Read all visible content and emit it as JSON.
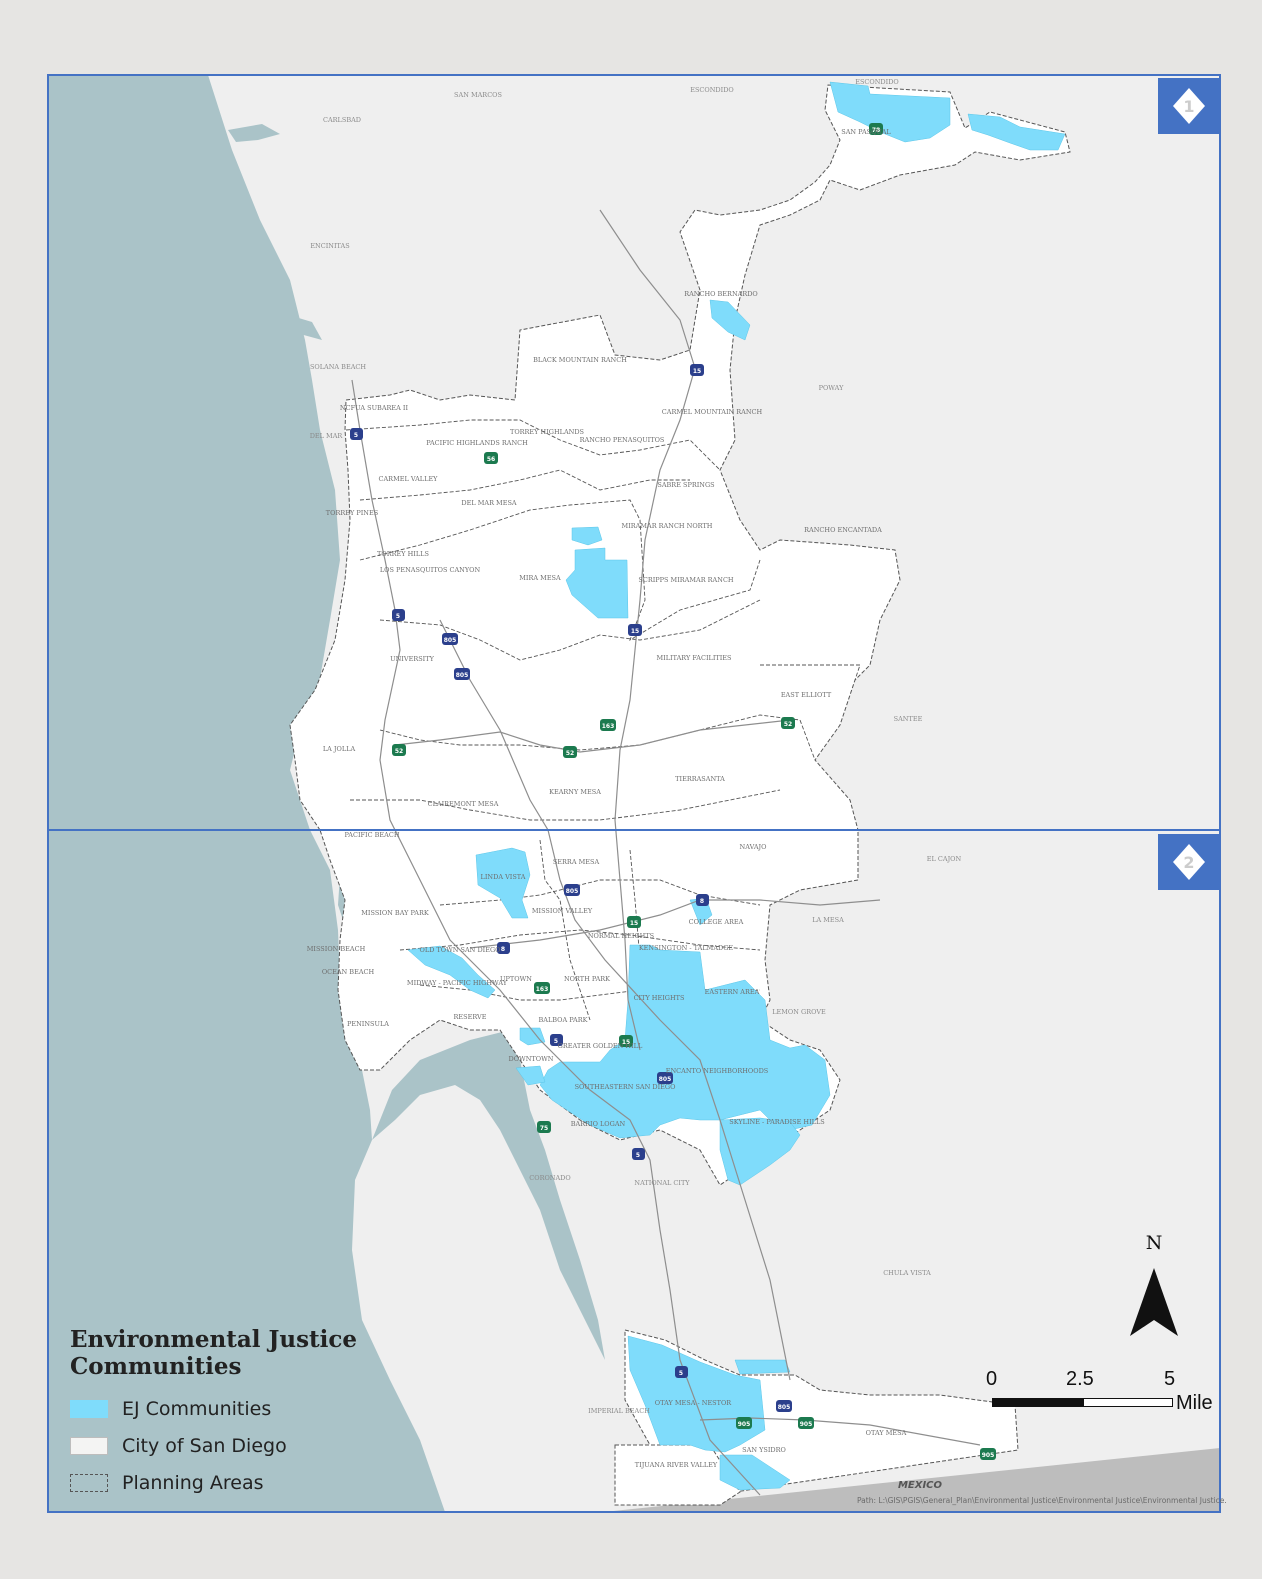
{
  "legend": {
    "title": "Environmental Justice Communities",
    "items": [
      {
        "label": "EJ Communities"
      },
      {
        "label": "City of San Diego"
      },
      {
        "label": "Planning Areas"
      }
    ]
  },
  "colors": {
    "ocean": "#aac3c8",
    "land": "#efefef",
    "city": "#ffffff",
    "ej": "#7fdcfb",
    "frame": "#4472c4",
    "mexico": "#bdbdbd"
  },
  "panels": [
    {
      "label": "1"
    },
    {
      "label": "2"
    }
  ],
  "north_arrow": {
    "label": "N"
  },
  "scale_bar": {
    "ticks": [
      "0",
      "2.5",
      "5"
    ],
    "unit": "Mile"
  },
  "path_note": "Path: L:\\GIS\\PGIS\\General_Plan\\Environmental Justice\\Environmental Justice\\Environmental Justice.",
  "labels": {
    "cities": [
      "ESCONDIDO",
      "SAN MARCOS",
      "CARLSBAD",
      "ENCINITAS",
      "SOLANA BEACH",
      "DEL MAR",
      "POWAY",
      "SANTEE",
      "EL CAJON",
      "LA MESA",
      "LEMON GROVE",
      "NATIONAL CITY",
      "CORONADO",
      "CHULA VISTA",
      "IMPERIAL BEACH",
      "MEXICO"
    ],
    "communities": [
      "SAN PASQUAL",
      "RANCHO BERNARDO",
      "BLACK MOUNTAIN RANCH",
      "NCFUA SUBAREA II",
      "PACIFIC HIGHLANDS RANCH",
      "TORREY HIGHLANDS",
      "RANCHO PENASQUITOS",
      "CARMEL MOUNTAIN RANCH",
      "CARMEL VALLEY",
      "DEL MAR MESA",
      "SABRE SPRINGS",
      "TORREY PINES",
      "MIRAMAR RANCH NORTH",
      "RANCHO ENCANTADA",
      "TORREY HILLS",
      "LOS PENASQUITOS CANYON",
      "MIRA MESA",
      "SCRIPPS MIRAMAR RANCH",
      "UNIVERSITY",
      "MILITARY FACILITIES",
      "EAST ELLIOTT",
      "LA JOLLA",
      "TIERRASANTA",
      "CLAIREMONT MESA",
      "KEARNY MESA",
      "PACIFIC BEACH",
      "SERRA MESA",
      "NAVAJO",
      "LINDA VISTA",
      "MISSION BAY PARK",
      "MISSION VALLEY",
      "COLLEGE AREA",
      "MISSION BEACH",
      "OLD TOWN SAN DIEGO",
      "NORMAL HEIGHTS",
      "KENSINGTON - TALMADGE",
      "OCEAN BEACH",
      "UPTOWN",
      "NORTH PARK",
      "MIDWAY - PACIFIC HIGHWAY",
      "CITY HEIGHTS",
      "EASTERN AREA",
      "PENINSULA",
      "RESERVE",
      "BALBOA PARK",
      "GREATER GOLDEN HILL",
      "DOWNTOWN",
      "ENCANTO NEIGHBORHOODS",
      "SOUTHEASTERN SAN DIEGO",
      "SKYLINE - PARADISE HILLS",
      "BARRIO LOGAN",
      "OTAY MESA - NESTOR",
      "OTAY MESA",
      "SAN YSIDRO",
      "TIJUANA RIVER VALLEY"
    ],
    "highways": [
      "78",
      "15",
      "5",
      "56",
      "805",
      "52",
      "163",
      "8",
      "75",
      "905"
    ]
  }
}
